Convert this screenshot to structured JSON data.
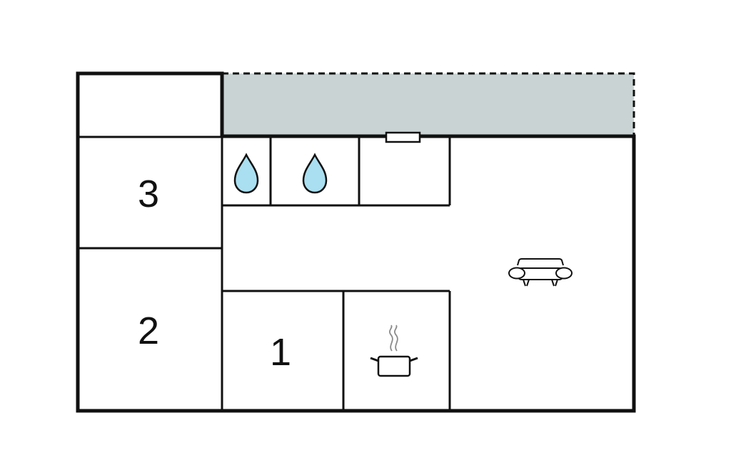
{
  "floorplan": {
    "rooms": [
      {
        "id": "bedroom-3",
        "label": "3"
      },
      {
        "id": "bedroom-2",
        "label": "2"
      },
      {
        "id": "bedroom-1",
        "label": "1"
      }
    ],
    "icons": {
      "bathroom_1": "water-drop-icon",
      "bathroom_2": "water-drop-icon",
      "kitchen": "cooking-pot-icon",
      "living_room": "armchair-icon"
    },
    "terrace": {
      "kind": "outdoor",
      "border": "dashed"
    }
  },
  "colors": {
    "wall": "#111111",
    "terrace_fill": "#c9d3d3",
    "water": "#a9dff0",
    "background": "#ffffff"
  }
}
